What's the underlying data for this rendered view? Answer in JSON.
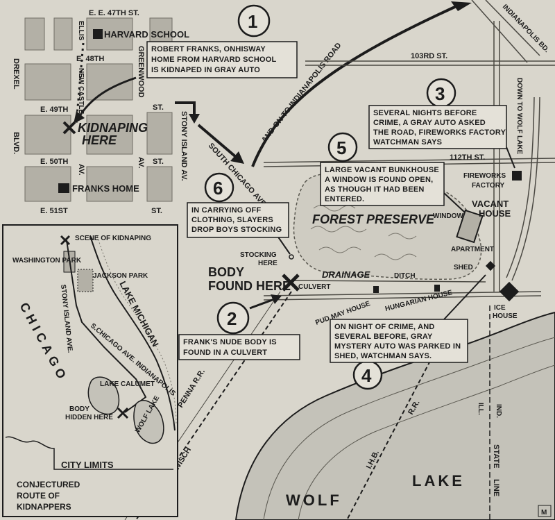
{
  "streets": {
    "s47": "E. 47TH ST.",
    "s48": "E. 48TH",
    "s49": "E. 49TH",
    "s49st": "ST.",
    "s50": "E. 50TH",
    "s50st": "ST.",
    "s51": "E. 51ST",
    "s51st": "ST.",
    "drexel": "DREXEL",
    "blvd": "BLVD.",
    "ellis": "ELLIS",
    "newcastle": "NEW CASTLE",
    "greenwood": "GREENWOOD",
    "av": "AV.",
    "av2": "AV.",
    "stony": "STONY ISLAND AV.",
    "southchicago": "SOUTH CHICAGO AVE.",
    "indianapolis_road": "AND ON TO INDIANAPOLIS ROAD",
    "indianapolis_blvd": "INDIANAPOLIS BD.",
    "s103": "103RD ST.",
    "s112": "112TH ST.",
    "downto": "DOWN TO WOLF LAKE",
    "penna": "PENNA R.R.",
    "hegewisch": "TO HEGEWISCH",
    "ihb": "I.H.B.",
    "rr": "R.R.",
    "state": "STATE",
    "line": "LINE",
    "ill": "ILL.",
    "ind": "IND."
  },
  "places": {
    "harvard_school": "HARVARD SCHOOL",
    "kidnaping_here": "KIDNAPING HERE",
    "franks_home": "FRANKS HOME",
    "body_found_here": "BODY FOUND HERE",
    "stocking_here": "STOCKING HERE",
    "culvert": "CULVERT",
    "drainage": "DRAINAGE",
    "ditch": "DITCH",
    "forest_preserve": "FOREST PRESERVE",
    "fireworks_factory": "FIREWORKS FACTORY",
    "vacant_house": "VACANT HOUSE",
    "window": "WINDOW",
    "apartment": "APARTMENT",
    "shed": "SHED",
    "ice_house": "ICE HOUSE",
    "pud_may_house": "PUD MAY HOUSE",
    "hungarian_house": "HUNGARIAN HOUSE",
    "wolf": "WOLF",
    "lake": "LAKE"
  },
  "callouts": {
    "c1": {
      "num": "1",
      "lines": [
        "ROBERT FRANKS, ONHISWAY",
        "HOME FROM HARVARD SCHOOL",
        "IS KIDNAPED IN GRAY AUTO"
      ]
    },
    "c2": {
      "num": "2",
      "lines": [
        "FRANK'S NUDE BODY IS",
        "FOUND IN A CULVERT"
      ]
    },
    "c3": {
      "num": "3",
      "lines": [
        "SEVERAL NIGHTS BEFORE",
        "CRIME, A GRAY AUTO ASKED",
        "THE ROAD, FIREWORKS FACTORY",
        "WATCHMAN SAYS"
      ]
    },
    "c4": {
      "num": "4",
      "lines": [
        "ON NIGHT OF CRIME, AND",
        "SEVERAL BEFORE, GRAY",
        "MYSTERY AUTO WAS PARKED IN",
        "SHED, WATCHMAN SAYS."
      ]
    },
    "c5": {
      "num": "5",
      "lines": [
        "LARGE VACANT BUNKHOUSE",
        "A WINDOW IS FOUND OPEN,",
        "AS THOUGH IT HAD BEEN",
        "ENTERED."
      ]
    },
    "c6": {
      "num": "6",
      "lines": [
        "IN CARRYING OFF",
        "CLOTHING, SLAYERS",
        "DROP BOYS STOCKING"
      ]
    }
  },
  "inset": {
    "scene": "SCENE OF KIDNAPING",
    "washington_park": "WASHINGTON PARK",
    "jackson_park": "JACKSON PARK",
    "lake_michigan": "LAKE MICHIGAN",
    "chicago": "CHICAGO",
    "stony_island": "STONY ISLAND AVE.",
    "s_chicago": "S.CHICAGO AVE. INDIANAPOLIS",
    "lake_calumet": "LAKE CALUMET",
    "body_hidden_here": "BODY HIDDEN HERE",
    "wolf_lake": "WOLF LAKE",
    "city_limits": "CITY LIMITS",
    "title_lines": [
      "CONJECTURED",
      "ROUTE OF",
      "KIDNAPPERS"
    ]
  },
  "signature": "M",
  "colors": {
    "paper": "#d9d6cc",
    "block": "#b3b0a6",
    "ink": "#1c1c1c",
    "wolf_lake_water": "#c4c2b9"
  }
}
